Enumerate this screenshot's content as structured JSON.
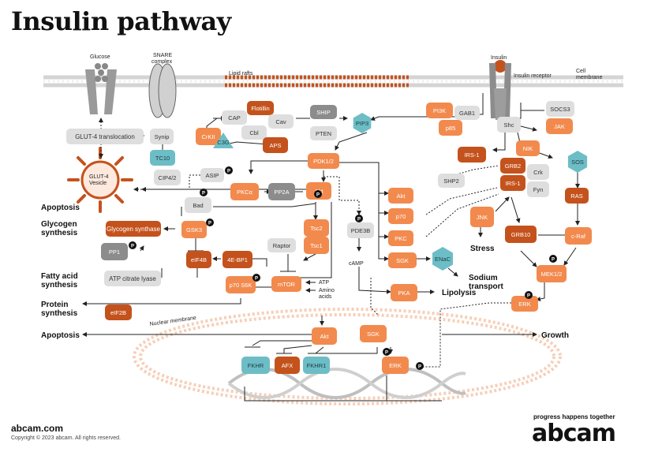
{
  "title": "Insulin pathway",
  "footer": {
    "site": "abcam.com",
    "copyright": "Copyright © 2023 abcam. All rights reserved.",
    "tagline": "progress happens together",
    "brand": "abcam"
  },
  "colors": {
    "dark_orange": "#c4521c",
    "light_orange": "#f28a4e",
    "grey": "#d9d9d9",
    "dark_grey": "#8c8c8c",
    "teal": "#6dbdc6",
    "membrane": "#d8d8d8",
    "lipid_raft": "#c4521c"
  },
  "labels": {
    "glucose": "Glucose",
    "snare": "SNARE\ncomplex",
    "lipid_rafts": "Lipid rafts",
    "insulin": "Insulin",
    "insulin_receptor": "Insulin receptor",
    "cell_membrane": "Cell\nmembrane",
    "nuclear_membrane": "Nuclear membrane",
    "camp": "cAMP",
    "atp": "ATP",
    "amino_acids": "Amino\nacids",
    "stress": "Stress",
    "sodium_transport": "Sodium\ntransport",
    "lipolysis": "Lipolysis",
    "growth": "Growth",
    "apoptosis_top": "Apoptosis",
    "glycogen_synthesis": "Glycogen\nsynthesis",
    "fatty_acid_synthesis": "Fatty acid\nsynthesis",
    "protein_synthesis": "Protein\nsynthesis",
    "apoptosis_bottom": "Apoptosis",
    "phospho": "P"
  },
  "nodes": [
    {
      "key": "glut4_transloc",
      "label": "GLUT-4 translocation",
      "style": "grey"
    },
    {
      "key": "synip",
      "label": "Synip",
      "style": "grey"
    },
    {
      "key": "tc10",
      "label": "TC10",
      "style": "teal"
    },
    {
      "key": "cip42",
      "label": "CIP4/2",
      "style": "grey"
    },
    {
      "key": "asip",
      "label": "ASIP",
      "style": "grey"
    },
    {
      "key": "cap",
      "label": "CAP",
      "style": "grey"
    },
    {
      "key": "flotillin",
      "label": "Flotillin",
      "style": "dark"
    },
    {
      "key": "cbl",
      "label": "Cbl",
      "style": "grey"
    },
    {
      "key": "cav",
      "label": "Cav",
      "style": "grey"
    },
    {
      "key": "crkii",
      "label": "CrKII",
      "style": "light"
    },
    {
      "key": "c3g",
      "label": "C3G",
      "style": "teal"
    },
    {
      "key": "aps",
      "label": "APS",
      "style": "dark"
    },
    {
      "key": "ship",
      "label": "SHIP",
      "style": "darkgrey"
    },
    {
      "key": "pten",
      "label": "PTEN",
      "style": "grey"
    },
    {
      "key": "pip3",
      "label": "PIP3",
      "style": "teal"
    },
    {
      "key": "pi3k",
      "label": "PI3K",
      "style": "light"
    },
    {
      "key": "p85",
      "label": "p85",
      "style": "light"
    },
    {
      "key": "gab1",
      "label": "GAB1",
      "style": "grey"
    },
    {
      "key": "shc",
      "label": "Shc",
      "style": "grey"
    },
    {
      "key": "socs3",
      "label": "SOCS3",
      "style": "grey"
    },
    {
      "key": "jak",
      "label": "JAK",
      "style": "light"
    },
    {
      "key": "pdk12",
      "label": "PDK1/2",
      "style": "light"
    },
    {
      "key": "irs1_top",
      "label": "IRS-1",
      "style": "dark"
    },
    {
      "key": "shp2",
      "label": "SHP2",
      "style": "grey"
    },
    {
      "key": "nik",
      "label": "NIK",
      "style": "light"
    },
    {
      "key": "grb2",
      "label": "GRB2",
      "style": "dark"
    },
    {
      "key": "irs1_mid",
      "label": "IRS-1",
      "style": "dark"
    },
    {
      "key": "crk",
      "label": "Crk",
      "style": "grey"
    },
    {
      "key": "fyn",
      "label": "Fyn",
      "style": "grey"
    },
    {
      "key": "sos",
      "label": "SOS",
      "style": "teal"
    },
    {
      "key": "ras",
      "label": "RAS",
      "style": "dark"
    },
    {
      "key": "pkca",
      "label": "PKCα",
      "style": "light"
    },
    {
      "key": "pp2a",
      "label": "PP2A",
      "style": "darkgrey"
    },
    {
      "key": "akt_main",
      "label": "Akt",
      "style": "light"
    },
    {
      "key": "bad",
      "label": "Bad",
      "style": "grey"
    },
    {
      "key": "glycogen_synthase",
      "label": "Glycogen synthase",
      "style": "dark"
    },
    {
      "key": "gsk3",
      "label": "GSK3",
      "style": "light"
    },
    {
      "key": "pp1",
      "label": "PP1",
      "style": "darkgrey"
    },
    {
      "key": "eif4b",
      "label": "eIF4B",
      "style": "dark"
    },
    {
      "key": "4ebp1",
      "label": "4E-BP1",
      "style": "dark"
    },
    {
      "key": "raptor",
      "label": "Raptor",
      "style": "grey"
    },
    {
      "key": "tsc2",
      "label": "Tsc2",
      "style": "light"
    },
    {
      "key": "tsc1",
      "label": "Tsc1",
      "style": "light"
    },
    {
      "key": "atp_citrate",
      "label": "ATP citrate lyase",
      "style": "grey"
    },
    {
      "key": "mtor",
      "label": "mTOR",
      "style": "light"
    },
    {
      "key": "p70s6k",
      "label": "p70 S6K",
      "style": "light"
    },
    {
      "key": "eif2b",
      "label": "eIF2B",
      "style": "dark"
    },
    {
      "key": "pde3b",
      "label": "PDE3B",
      "style": "grey"
    },
    {
      "key": "akt_r",
      "label": "Akt",
      "style": "light"
    },
    {
      "key": "p70_r",
      "label": "p70",
      "style": "light"
    },
    {
      "key": "pkc_r",
      "label": "PKC",
      "style": "light"
    },
    {
      "key": "sgk_r",
      "label": "SGK",
      "style": "light"
    },
    {
      "key": "enac",
      "label": "ENaC",
      "style": "teal"
    },
    {
      "key": "pka",
      "label": "PKA",
      "style": "light"
    },
    {
      "key": "jnk",
      "label": "JNK",
      "style": "light"
    },
    {
      "key": "grb10",
      "label": "GRB10",
      "style": "dark"
    },
    {
      "key": "craf",
      "label": "c-Raf",
      "style": "light"
    },
    {
      "key": "mek12",
      "label": "MEK1/2",
      "style": "light"
    },
    {
      "key": "erk_top",
      "label": "ERK",
      "style": "light"
    },
    {
      "key": "akt_nuc",
      "label": "Akt",
      "style": "light"
    },
    {
      "key": "sgk_nuc",
      "label": "SGK",
      "style": "light"
    },
    {
      "key": "fkhr",
      "label": "FKHR",
      "style": "teal"
    },
    {
      "key": "afx",
      "label": "AFX",
      "style": "dark"
    },
    {
      "key": "fkhr1",
      "label": "FKHR1",
      "style": "teal"
    },
    {
      "key": "erk_nuc",
      "label": "ERK",
      "style": "light"
    }
  ]
}
